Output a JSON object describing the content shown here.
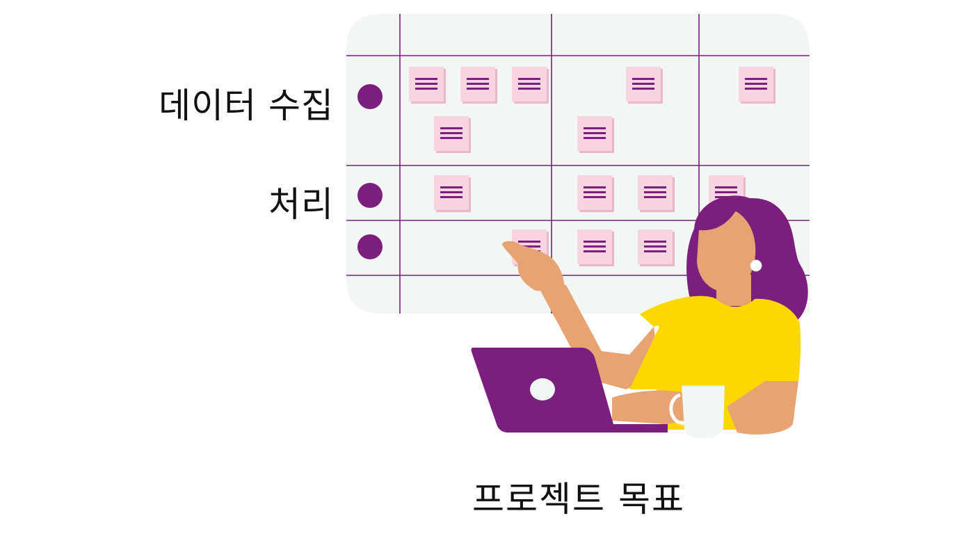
{
  "rows": [
    {
      "label": "데이터 수집"
    },
    {
      "label": "처리"
    },
    {
      "label": ""
    }
  ],
  "caption": "프로젝트 목표",
  "icons": [
    "sticky-note-icon",
    "laptop-icon",
    "coffee-mug-icon",
    "person-illustration"
  ],
  "colors": {
    "accent": "#7b1e7e",
    "board": "#f3f7f3",
    "note": "#f8d3e0",
    "shirt": "#fbd800",
    "skin": "#e8a373"
  }
}
